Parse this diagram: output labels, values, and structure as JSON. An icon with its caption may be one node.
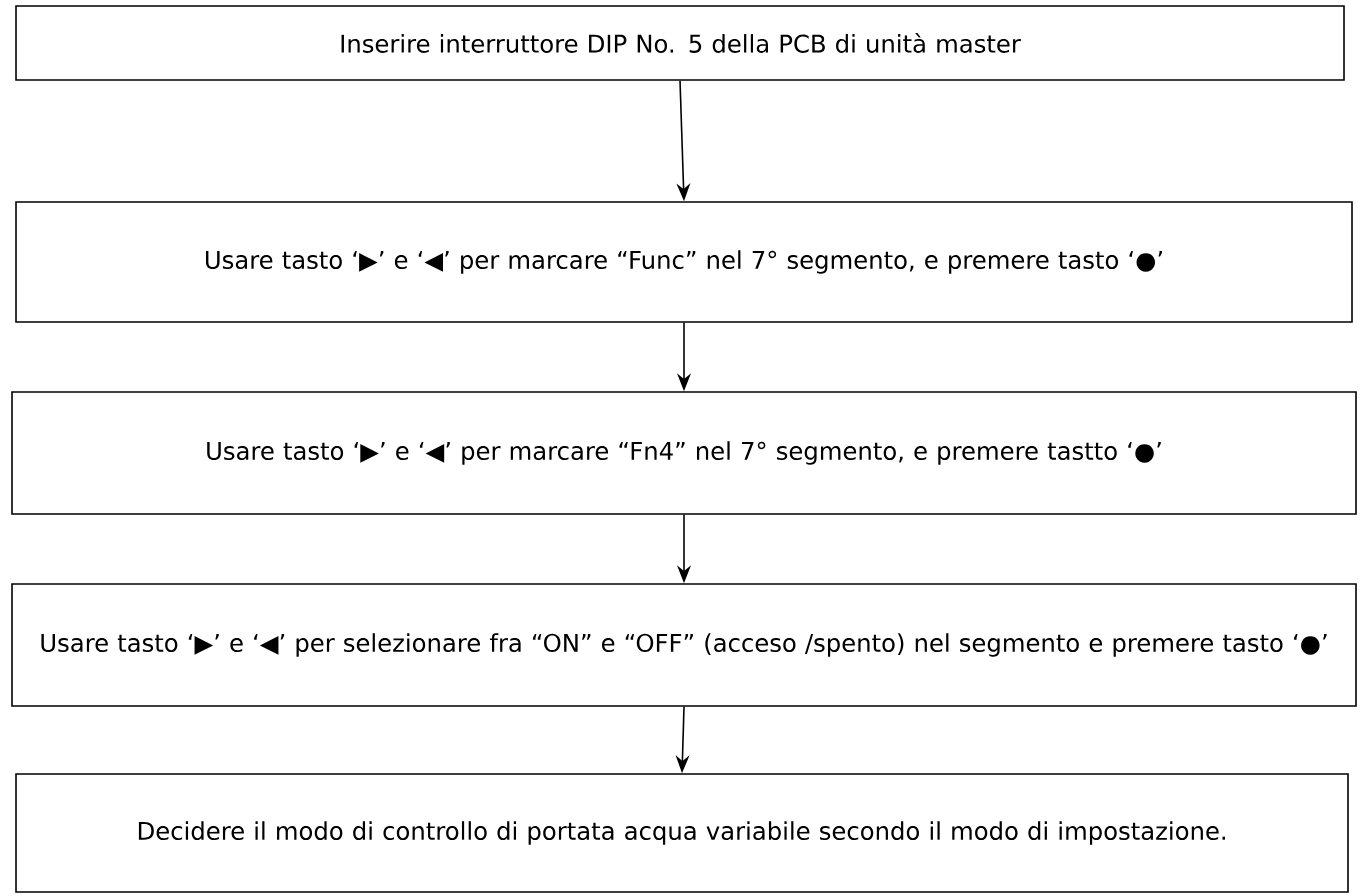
{
  "diagram": {
    "nodes": [
      {
        "text": [
          "Inserire interruttore DIP No. 5 della PCB di unità master"
        ]
      },
      {
        "text": [
          "Usare tasto ‘▶’ e ‘◀’ per marcare “Func” nel 7° segmento, e premere tasto ‘●’"
        ]
      },
      {
        "text": [
          "Usare tasto ‘▶’ e ‘◀’ per marcare “Fn4” nel 7° segmento, e premere tastto ‘●’"
        ]
      },
      {
        "text": [
          "Usare tasto ‘▶’ e ‘◀’ per selezionare fra “ON” e “OFF” (acceso /spento) nel segmento e premere tasto ‘●’"
        ]
      },
      {
        "text": [
          "Decidere il modo di controllo di portata acqua variabile secondo il modo di impostazione."
        ]
      }
    ],
    "edges": [
      {
        "from": 0,
        "to": 1,
        "arrow": "to"
      },
      {
        "from": 1,
        "to": 2,
        "arrow": "to"
      },
      {
        "from": 2,
        "to": 3,
        "arrow": "to"
      },
      {
        "from": 3,
        "to": 4,
        "arrow": "to"
      }
    ]
  }
}
